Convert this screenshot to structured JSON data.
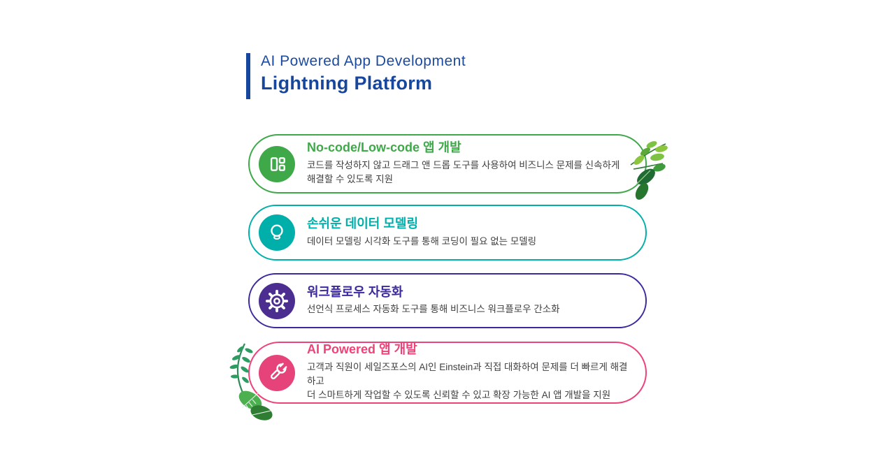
{
  "header": {
    "subtitle": "AI Powered App Development",
    "title": "Lightning Platform",
    "accent_color": "#17479D"
  },
  "cards": [
    {
      "icon": "layout-icon",
      "color": "#3FA94A",
      "title": "No-code/Low-code 앱 개발",
      "description": "코드를 작성하지 않고 드래그 앤 드롭 도구를 사용하여 비즈니스 문제를 신속하게\n해결할 수 있도록 지원"
    },
    {
      "icon": "lightbulb-icon",
      "color": "#00AEAA",
      "title": "손쉬운 데이터 모델링",
      "description": "데이터 모델링 시각화 도구를 통해 코딩이 필요 없는 모델링"
    },
    {
      "icon": "gear-icon",
      "color": "#3B2A9D",
      "circle_color": "#4C2E91",
      "title": "워크플로우 자동화",
      "description": "선언식 프로세스 자동화 도구를 통해 비즈니스 워크플로우 간소화"
    },
    {
      "icon": "wrench-icon",
      "color": "#EE4379",
      "circle_color": "#E7437B",
      "title": "AI Powered 앱 개발",
      "description": "고객과 직원이 세일즈포스의 AI인 Einstein과 직접 대화하여 문제를 더 빠르게 해결하고\n더 스마트하게 작업할 수 있도록 신뢰할 수 있고 확장 가능한 AI 앱 개발을 지원"
    }
  ],
  "decorations": {
    "right": "green-leaf-cluster",
    "left": "fern-and-leaves"
  }
}
